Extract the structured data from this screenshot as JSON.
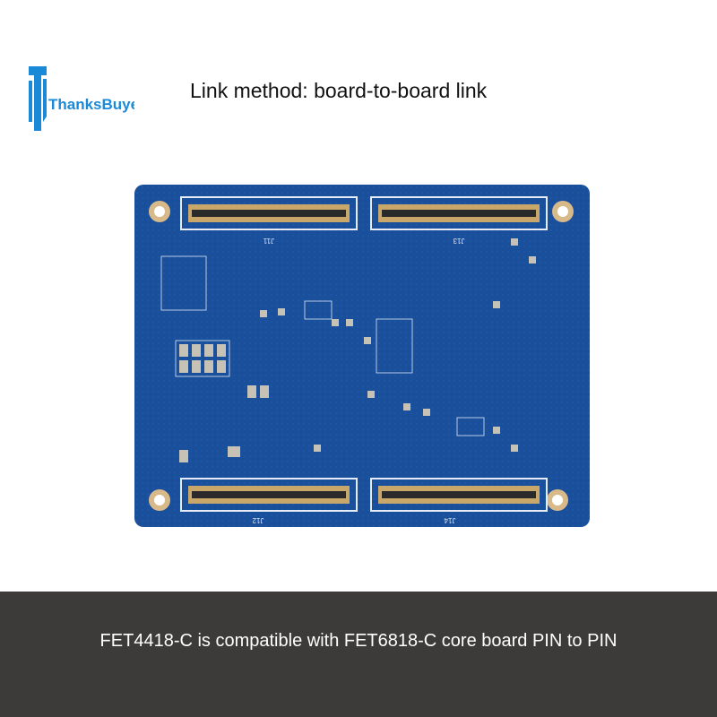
{
  "logo": {
    "brand": "ThanksBuyer",
    "color": "#1a8ad8"
  },
  "headline": "Link method: board-to-board link",
  "board": {
    "color": "#1a4f9c",
    "connectors": [
      "J11",
      "J13",
      "J12",
      "J14"
    ]
  },
  "footer": {
    "text": "FET4418-C is compatible with FET6818-C core board PIN to PIN",
    "background": "#3d3b3a"
  }
}
